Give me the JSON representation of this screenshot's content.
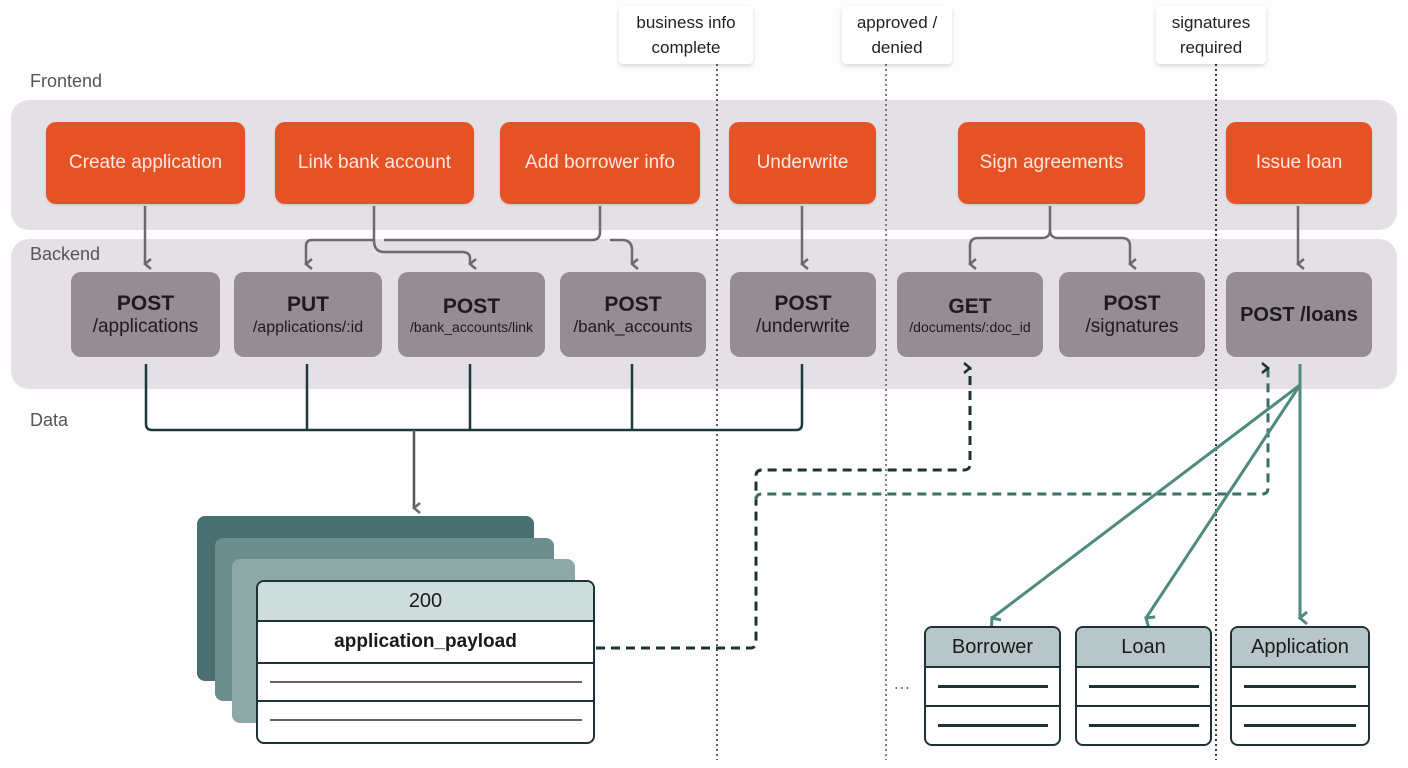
{
  "lanes": {
    "frontend": "Frontend",
    "backend": "Backend",
    "data": "Data"
  },
  "milestones": [
    {
      "line1": "business info",
      "line2": "complete"
    },
    {
      "line1": "approved /",
      "line2": "denied"
    },
    {
      "line1": "signatures",
      "line2": "required"
    }
  ],
  "frontend_steps": [
    "Create application",
    "Link bank account",
    "Add borrower info",
    "Underwrite",
    "Sign agreements",
    "Issue loan"
  ],
  "backend_endpoints": [
    {
      "method": "POST",
      "path": "/applications"
    },
    {
      "method": "PUT",
      "path": "/applications/:id"
    },
    {
      "method": "POST",
      "path": "/bank_accounts/link"
    },
    {
      "method": "POST",
      "path": "/bank_accounts"
    },
    {
      "method": "POST",
      "path": "/underwrite"
    },
    {
      "method": "GET",
      "path": "/documents/:doc_id"
    },
    {
      "method": "POST",
      "path": "/signatures"
    },
    {
      "method": "POST /loans",
      "path": ""
    }
  ],
  "response_card": {
    "status": "200",
    "field": "application_payload"
  },
  "data_models": [
    "Borrower",
    "Loan",
    "Application"
  ],
  "ellipsis": "...",
  "colors": {
    "frontend": "#e55226",
    "backend": "#958c94",
    "lane": "#e5e0e5",
    "data_accent": "#4e8a7e",
    "dark": "#1d3234"
  }
}
